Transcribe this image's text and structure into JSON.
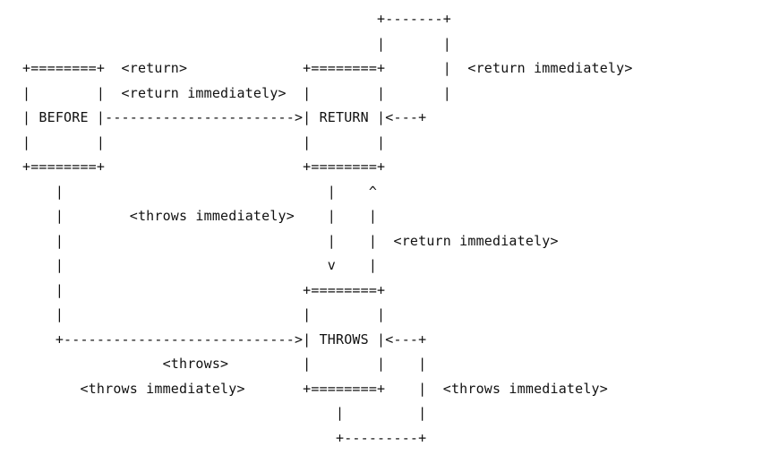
{
  "diagram": {
    "lines": [
      "                                           +-------+",
      "                                           |       |",
      "+========+  <return>              +========+       |  <return immediately>",
      "|        |  <return immediately>  |        |       |",
      "| BEFORE |----------------------->| RETURN |<---+",
      "|        |                        |        |",
      "+========+                        +========+",
      "    |                                |    ^",
      "    |        <throws immediately>    |    |",
      "    |                                |    |  <return immediately>",
      "    |                                v    |",
      "    |                             +========+",
      "    |                             |        |",
      "    +---------------------------->| THROWS |<---+",
      "                 <throws>         |        |    |",
      "       <throws immediately>       +========+    |  <throws immediately>",
      "                                      |         |",
      "                                      +---------+"
    ]
  }
}
